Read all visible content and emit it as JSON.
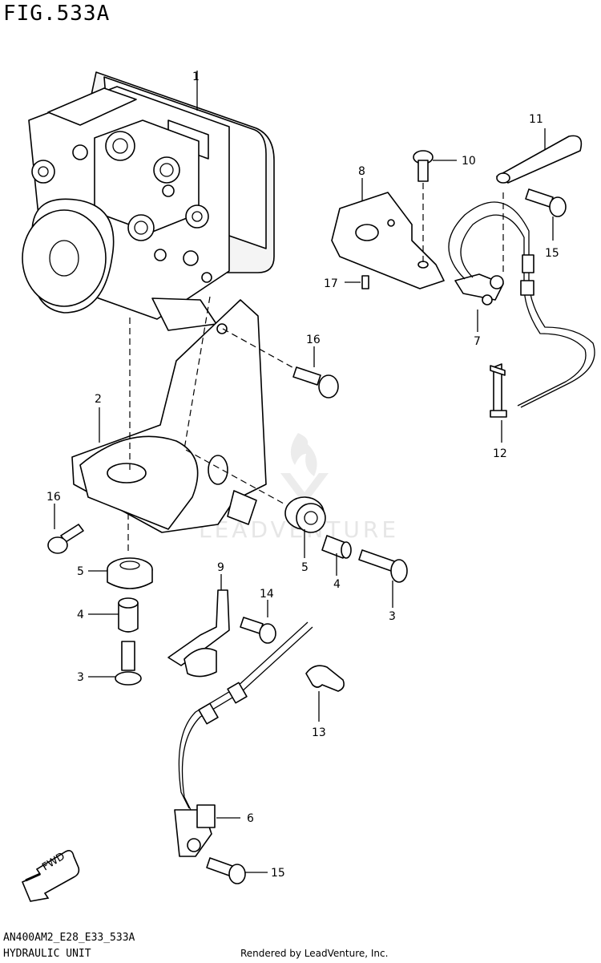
{
  "figure": {
    "title": "FIG.533A",
    "code": "AN400AM2_E28_E33_533A",
    "unit_name": "HYDRAULIC UNIT"
  },
  "footer": {
    "rendered_by": "Rendered by LeadVenture, Inc."
  },
  "watermark": {
    "text": "LEADVENTURE"
  },
  "direction": {
    "label": "FWD"
  },
  "callouts": [
    "1",
    "2",
    "3",
    "3",
    "4",
    "4",
    "5",
    "5",
    "6",
    "7",
    "8",
    "9",
    "10",
    "11",
    "12",
    "13",
    "14",
    "15",
    "15",
    "16",
    "16",
    "17"
  ]
}
